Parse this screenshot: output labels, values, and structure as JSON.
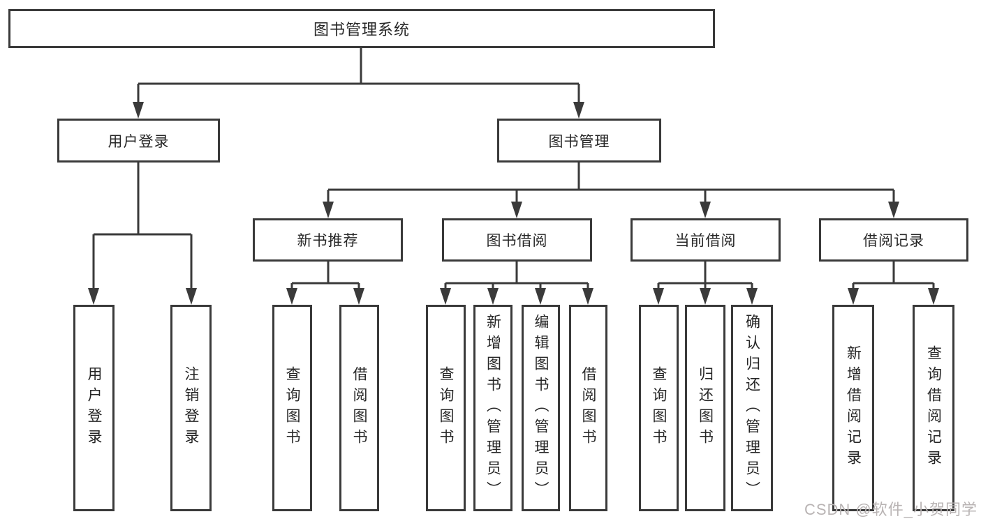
{
  "tree": {
    "root": {
      "label": "图书管理系统"
    },
    "branches": [
      {
        "label": "用户登录",
        "leaves": [
          {
            "label": "用户登录"
          },
          {
            "label": "注销登录"
          }
        ]
      },
      {
        "label": "图书管理",
        "groups": [
          {
            "label": "新书推荐",
            "leaves": [
              {
                "label": "查询图书"
              },
              {
                "label": "借阅图书"
              }
            ]
          },
          {
            "label": "图书借阅",
            "leaves": [
              {
                "label": "查询图书"
              },
              {
                "label": "新增图书（管理员）"
              },
              {
                "label": "编辑图书（管理员）"
              },
              {
                "label": "借阅图书"
              }
            ]
          },
          {
            "label": "当前借阅",
            "leaves": [
              {
                "label": "查询图书"
              },
              {
                "label": "归还图书"
              },
              {
                "label": "确认归还（管理员）"
              }
            ]
          },
          {
            "label": "借阅记录",
            "leaves": [
              {
                "label": "新增借阅记录"
              },
              {
                "label": "查询借阅记录"
              }
            ]
          }
        ]
      }
    ]
  },
  "watermark": {
    "text": "CSDN @软件_小贺同学"
  },
  "colors": {
    "line": "#3a3a3a",
    "text": "#262626",
    "box_background": "#ffffff",
    "page_background": "#ffffff",
    "watermark": "#b9b4b4"
  }
}
